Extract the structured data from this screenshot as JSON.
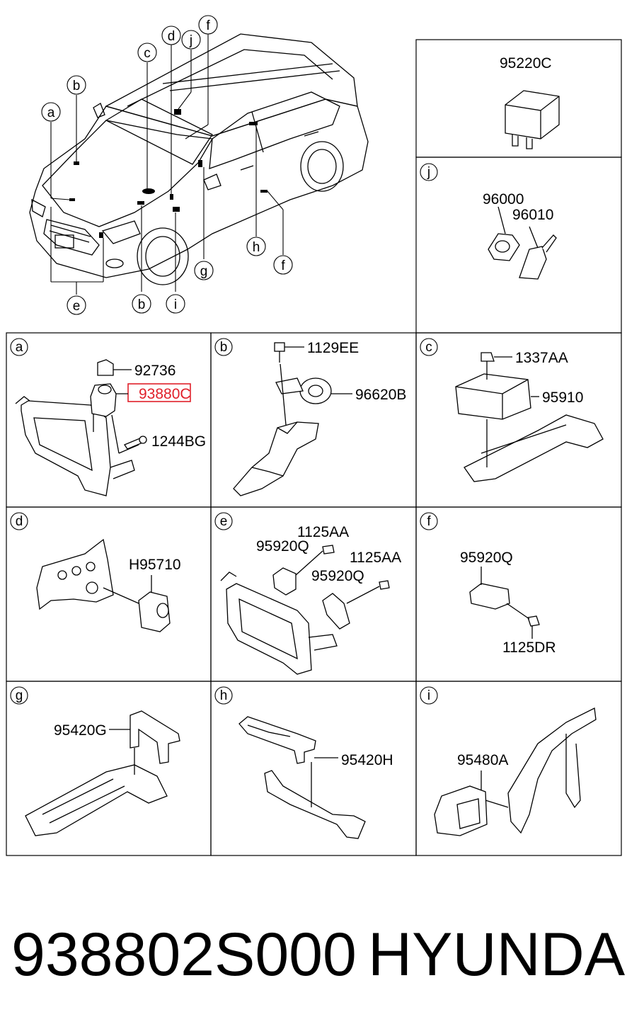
{
  "overview": {
    "callouts": [
      "a",
      "b",
      "c",
      "d",
      "j",
      "f",
      "h",
      "f",
      "g",
      "e",
      "b",
      "i"
    ]
  },
  "parts": {
    "relay_box": [
      "95220C"
    ],
    "j": {
      "letter": "j",
      "parts": [
        "96000",
        "96010"
      ]
    },
    "a": {
      "letter": "a",
      "parts": [
        "92736",
        "93880C",
        "1244BG"
      ],
      "highlighted": "93880C",
      "highlight_color": "#e0202a"
    },
    "b": {
      "letter": "b",
      "parts": [
        "1129EE",
        "96620B"
      ]
    },
    "c": {
      "letter": "c",
      "parts": [
        "1337AA",
        "95910"
      ]
    },
    "d": {
      "letter": "d",
      "parts": [
        "H95710"
      ]
    },
    "e": {
      "letter": "e",
      "parts": [
        "1125AA",
        "95920Q",
        "1125AA",
        "95920Q"
      ]
    },
    "f": {
      "letter": "f",
      "parts": [
        "95920Q",
        "1125DR"
      ]
    },
    "g": {
      "letter": "g",
      "parts": [
        "95420G"
      ]
    },
    "h": {
      "letter": "h",
      "parts": [
        "95420H"
      ]
    },
    "i": {
      "letter": "i",
      "parts": [
        "95480A"
      ]
    }
  },
  "footer": {
    "part_number": "938802S000",
    "brand": "HYUNDAI"
  }
}
